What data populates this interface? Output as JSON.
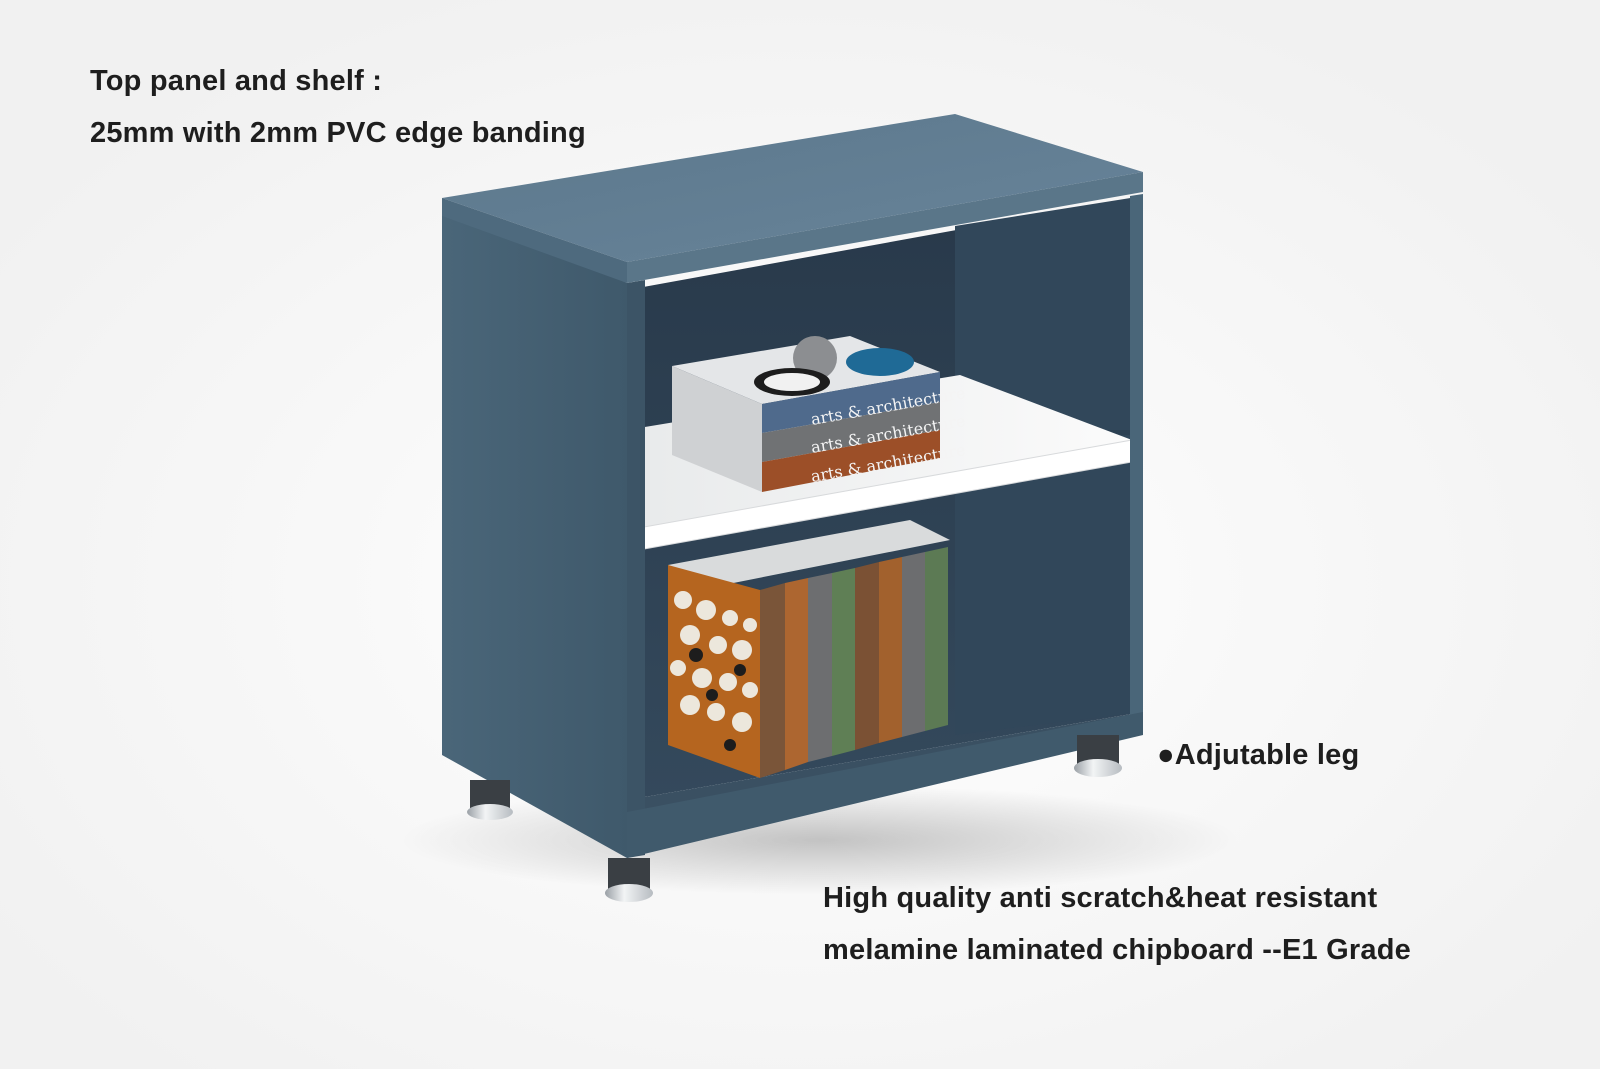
{
  "annotations": {
    "top_panel_line1": "Top panel and shelf :",
    "top_panel_line2": "25mm with 2mm PVC edge banding",
    "leg_label": "●Adjutable leg",
    "material_line1": "High quality anti scratch&heat resistant",
    "material_line2": "melamine laminated chipboard --E1 Grade"
  },
  "book_spines": {
    "upper_shelf": [
      "arts & architecture",
      "arts & architecture",
      "arts & architecture"
    ]
  },
  "colors": {
    "cabinet_blue": "#466276",
    "cabinet_top": "#5f7c90",
    "cabinet_dark_interior": "#2c4152",
    "shelf_white": "#f2f3f4",
    "leg_chrome": "#d4d7da",
    "text": "#1e1e1e"
  }
}
